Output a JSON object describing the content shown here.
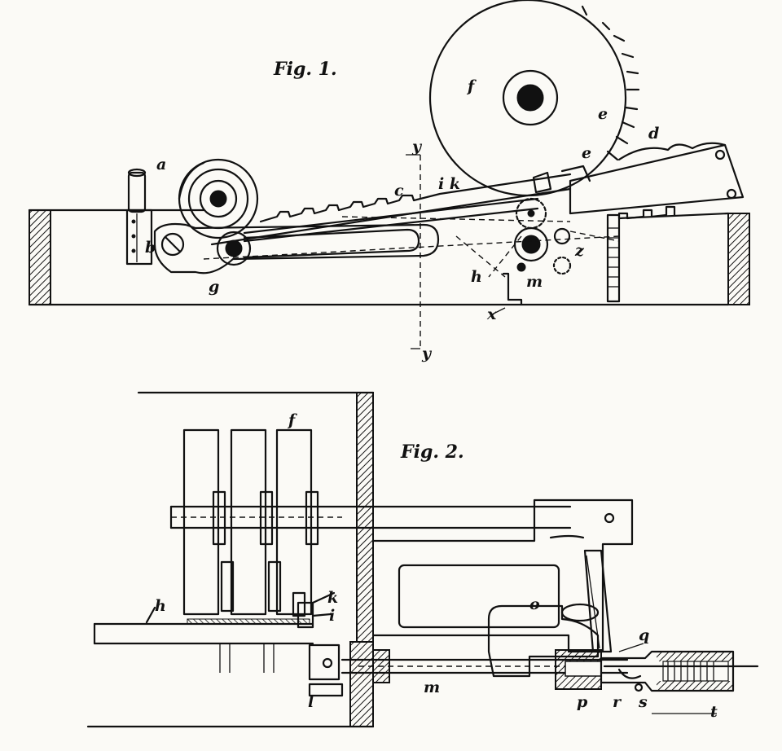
{
  "fig1": {
    "title": "Fig. 1.",
    "labels": {
      "a": "a",
      "b": "b",
      "c": "c",
      "d": "d",
      "e1": "e",
      "e2": "e",
      "f": "f",
      "g": "g",
      "h": "h",
      "ik": "i k",
      "m": "m",
      "x": "x",
      "z": "z",
      "y_top": "y",
      "y_bottom": "y"
    }
  },
  "fig2": {
    "title": "Fig. 2.",
    "labels": {
      "f": "f",
      "h": "h",
      "k": "k",
      "i": "i",
      "l": "l",
      "m": "m",
      "o": "o",
      "p": "p",
      "q": "q",
      "r": "r",
      "s": "s",
      "t": "t"
    }
  }
}
